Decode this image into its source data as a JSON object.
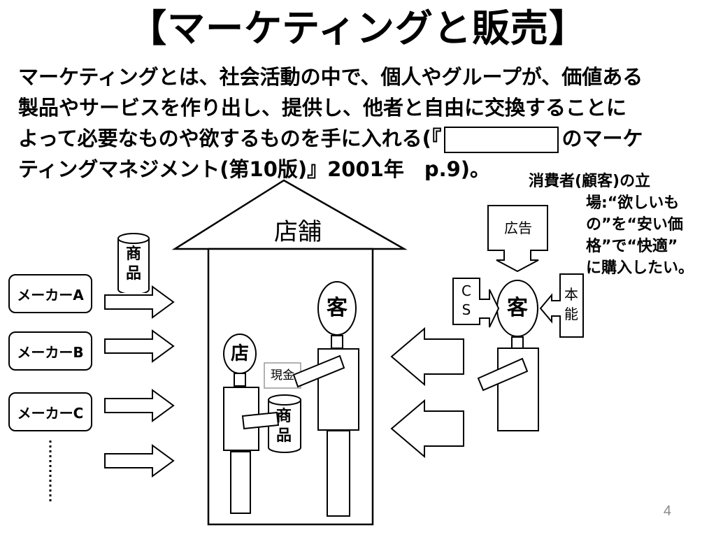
{
  "slide": {
    "title": "【マーケティングと販売】",
    "definition": {
      "line1": "マーケティングとは、社会活動の中で、個人やグループが、価値ある",
      "line2": "製品やサービスを作り出し、提供し、他者と自由に交換することに",
      "line3_before": "よって必要なものや欲するものを手に入れる(『",
      "line3_after": "のマーケ",
      "line4": "ティングマネジメント(第10版)』2001年　p.9)。"
    },
    "consumer_note": {
      "line1": "消費者(顧客)の立",
      "line2": "場:“欲しいも",
      "line3": "の”を“安い価",
      "line4": "格”で“快適”",
      "line5": "に購入したい。"
    },
    "page_number": "4"
  },
  "diagram": {
    "store_label": "店舗",
    "product_top": [
      "商",
      "品"
    ],
    "makers": [
      "メーカーA",
      "メーカーB",
      "メーカーC"
    ],
    "clerk_label": "店",
    "cash_label": "現金",
    "product_in_store": [
      "商",
      "品"
    ],
    "customer_in_store": "客",
    "customer_outside": "客",
    "ad_label": "広告",
    "cs_label": [
      "C",
      "S"
    ],
    "instinct_label": [
      "本",
      "能"
    ]
  }
}
